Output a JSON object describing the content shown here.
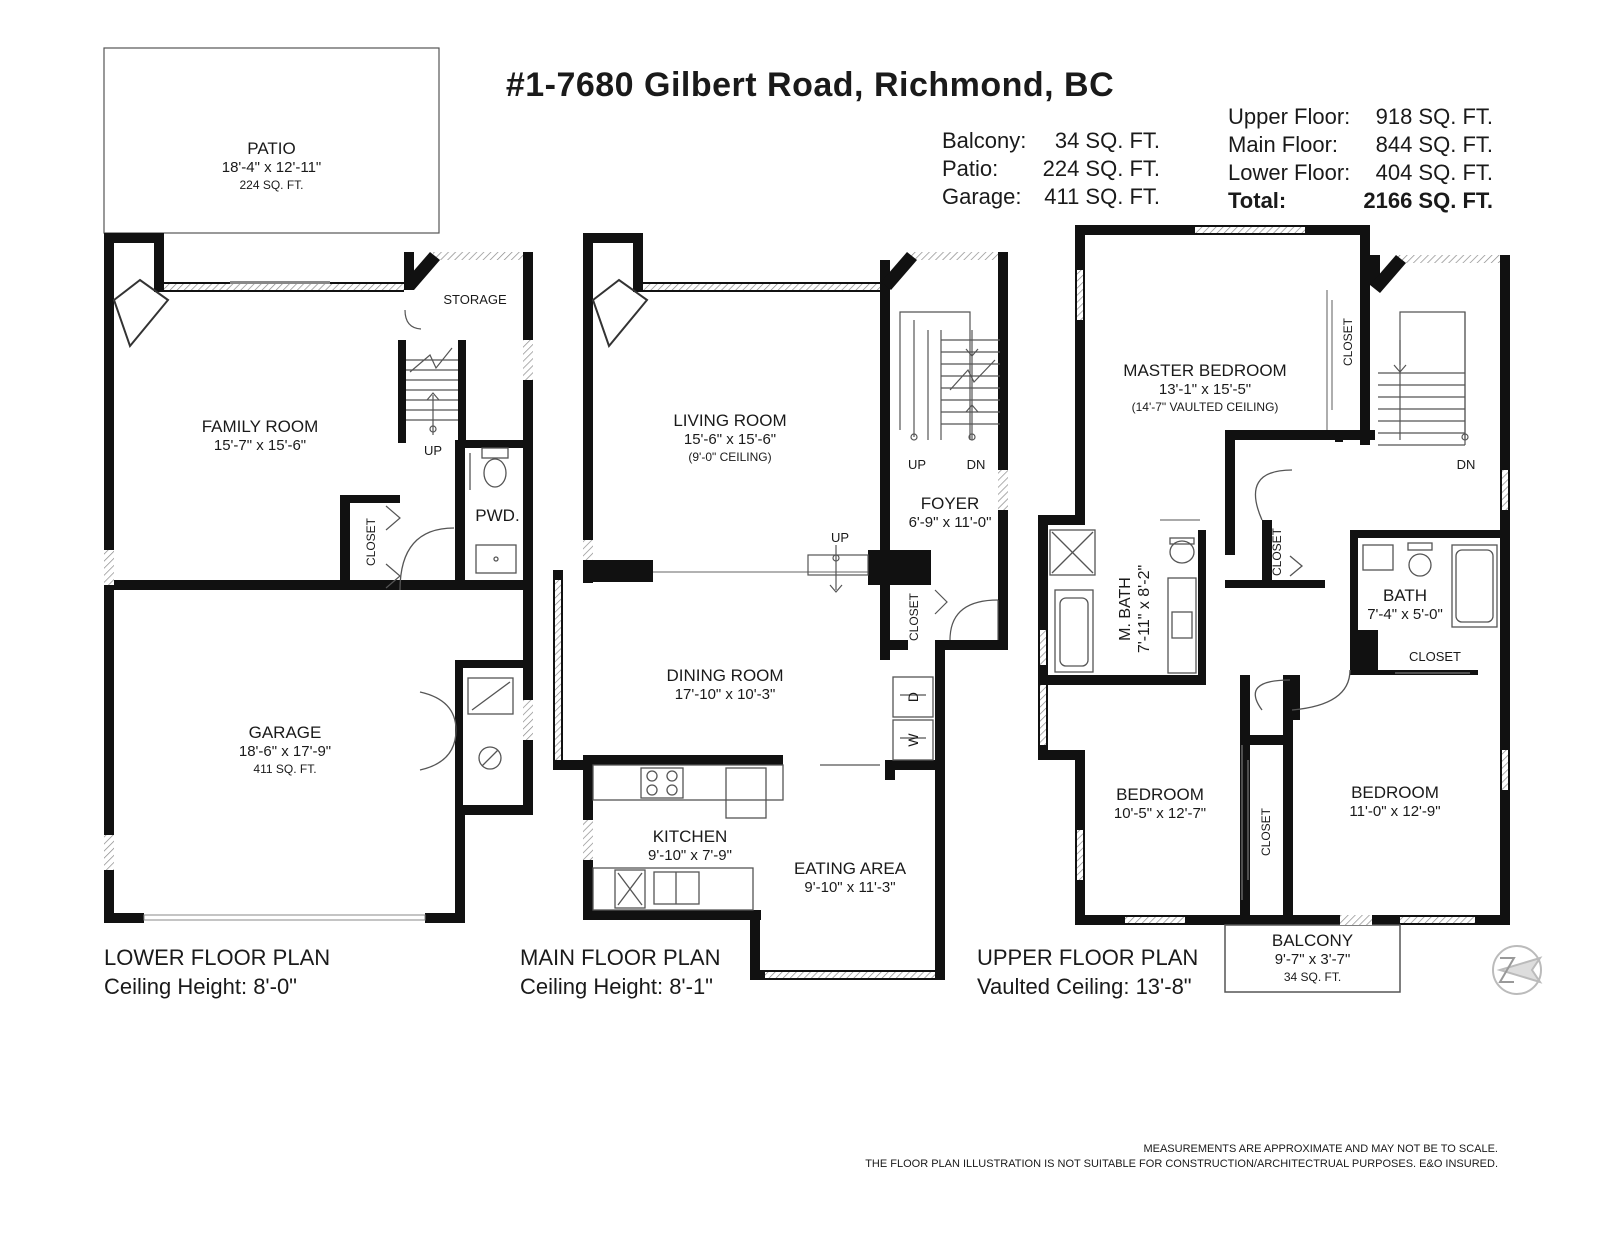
{
  "title": "#1-7680 Gilbert Road, Richmond, BC",
  "exterior_areas": [
    {
      "label": "Balcony:",
      "value": "34 SQ. FT."
    },
    {
      "label": "Patio:",
      "value": "224 SQ. FT."
    },
    {
      "label": "Garage:",
      "value": "411 SQ. FT."
    }
  ],
  "floor_areas": [
    {
      "label": "Upper Floor:",
      "value": "918 SQ. FT."
    },
    {
      "label": "Main Floor:",
      "value": "844 SQ. FT."
    },
    {
      "label": "Lower Floor:",
      "value": "404 SQ. FT."
    }
  ],
  "total": {
    "label": "Total:",
    "value": "2166 SQ. FT."
  },
  "floors": {
    "lower": {
      "name": "LOWER FLOOR PLAN",
      "ceiling": "Ceiling Height: 8'-0\""
    },
    "main": {
      "name": "MAIN FLOOR PLAN",
      "ceiling": "Ceiling Height: 8'-1\""
    },
    "upper": {
      "name": "UPPER FLOOR PLAN",
      "ceiling": "Vaulted Ceiling: 13'-8\""
    }
  },
  "rooms": {
    "patio": {
      "name": "PATIO",
      "dims": "18'-4\" x 12'-11\"",
      "area": "224 SQ. FT."
    },
    "storage": {
      "name": "STORAGE"
    },
    "family_room": {
      "name": "FAMILY ROOM",
      "dims": "15'-7\" x 15'-6\""
    },
    "pwd": {
      "name": "PWD."
    },
    "lower_closet": {
      "name": "CLOSET"
    },
    "lower_up": {
      "name": "UP"
    },
    "garage": {
      "name": "GARAGE",
      "dims": "18'-6\" x 17'-9\"",
      "area": "411 SQ. FT."
    },
    "living_room": {
      "name": "LIVING ROOM",
      "dims": "15'-6\" x 15'-6\"",
      "note": "(9'-0\" CEILING)"
    },
    "main_up": {
      "name": "UP"
    },
    "main_dn": {
      "name": "DN"
    },
    "main_up2": {
      "name": "UP"
    },
    "foyer": {
      "name": "FOYER",
      "dims": "6'-9\" x 11'-0\""
    },
    "main_closet": {
      "name": "CLOSET"
    },
    "dining_room": {
      "name": "DINING ROOM",
      "dims": "17'-10\" x 10'-3\""
    },
    "dryer": {
      "name": "D"
    },
    "washer": {
      "name": "W"
    },
    "kitchen": {
      "name": "KITCHEN",
      "dims": "9'-10\" x 7'-9\""
    },
    "eating_area": {
      "name": "EATING AREA",
      "dims": "9'-10\" x 11'-3\""
    },
    "master_bedroom": {
      "name": "MASTER BEDROOM",
      "dims": "13'-1\" x 15'-5\"",
      "note": "(14'-7\" VAULTED CEILING)"
    },
    "master_closet": {
      "name": "CLOSET"
    },
    "upper_dn": {
      "name": "DN"
    },
    "m_bath": {
      "name": "M. BATH",
      "dims": "7'-11\" x 8'-2\""
    },
    "hall_closet": {
      "name": "CLOSET"
    },
    "bath": {
      "name": "BATH",
      "dims": "7'-4\" x 5'-0\""
    },
    "bath_closet": {
      "name": "CLOSET"
    },
    "bedroom_2": {
      "name": "BEDROOM",
      "dims": "10'-5\" x 12'-7\""
    },
    "bedroom_2_closet": {
      "name": "CLOSET"
    },
    "bedroom_3": {
      "name": "BEDROOM",
      "dims": "11'-0\" x 12'-9\""
    },
    "balcony": {
      "name": "BALCONY",
      "dims": "9'-7\" x 3'-7\"",
      "area": "34 SQ. FT."
    }
  },
  "disclaimer": {
    "line1": "MEASUREMENTS ARE APPROXIMATE AND MAY NOT BE TO SCALE.",
    "line2": "THE FLOOR PLAN ILLUSTRATION IS NOT SUITABLE FOR CONSTRUCTION/ARCHITECTRUAL PURPOSES. E&O INSURED."
  },
  "colors": {
    "wall": "#111111",
    "window": "#9a9a9a",
    "fixture": "#555555"
  }
}
